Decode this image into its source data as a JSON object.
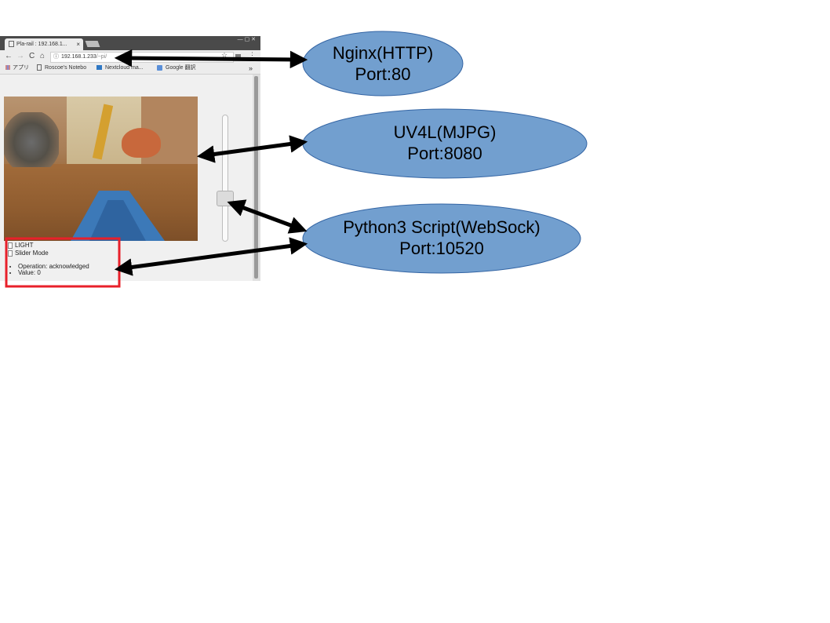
{
  "browser": {
    "tab_title": "Pla-rail : 192.168.1...",
    "tab_close": "×",
    "window_controls": "— ▢ ✕",
    "nav": {
      "back": "←",
      "forward": "→",
      "reload": "C",
      "home": "⌂"
    },
    "address": {
      "info": "ⓘ",
      "host": "192.168.1.233",
      "path": "/~pi/"
    },
    "toolbar_icons": {
      "star": "☆",
      "menu": "⋮"
    },
    "bookmarks": [
      {
        "label": "アプリ",
        "icon": "apps-grid-icon"
      },
      {
        "label": "Roscoe's Notebo",
        "icon": "document-icon"
      },
      {
        "label": "Nextcloud ma...",
        "icon": "nextcloud-icon"
      },
      {
        "label": "Google 翻訳",
        "icon": "google-translate-icon"
      }
    ],
    "bookmarks_more": "»"
  },
  "webpage": {
    "light_label": "LIGHT",
    "slider_mode_label": "Slider Mode",
    "status_items": [
      "Operation: acknowledged",
      "Value: 0"
    ]
  },
  "services": [
    {
      "name": "Nginx(HTTP)",
      "port": "Port:80"
    },
    {
      "name": "UV4L(MJPG)",
      "port": "Port:8080"
    },
    {
      "name": "Python3 Script(WebSock)",
      "port": "Port:10520"
    }
  ],
  "colors": {
    "ellipse_fill": "#729fcf",
    "ellipse_stroke": "#3465a4",
    "highlight_box": "#e8202a",
    "arrow": "#000000"
  }
}
